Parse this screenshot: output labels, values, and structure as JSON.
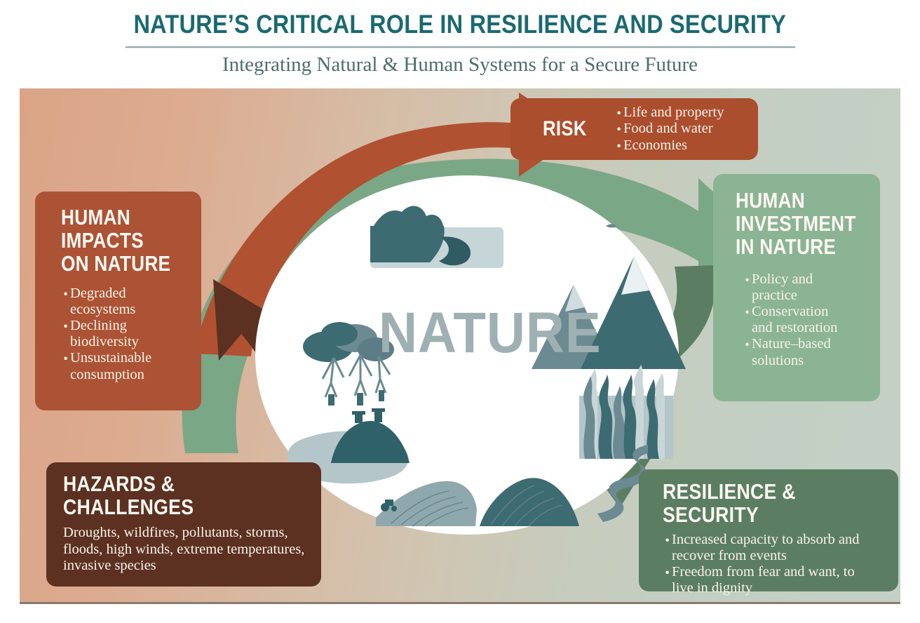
{
  "header": {
    "title": "NATURE’S CRITICAL ROLE IN RESILIENCE AND SECURITY",
    "subtitle": "Integrating Natural & Human Systems for a Secure Future"
  },
  "center": {
    "label": "NATURE",
    "illustrations": [
      "forest-river-icon",
      "mangrove-trees-icon",
      "mountains-icon",
      "coastal-hill-houses-icon",
      "marsh-grass-water-icon",
      "farmland-tractor-icon",
      "hill-icon",
      "winding-river-icon"
    ]
  },
  "boxes": {
    "risk": {
      "title": "RISK",
      "bullets": [
        "Life and property",
        "Food and water",
        "Economies"
      ],
      "color": "#ab4e2e"
    },
    "human_impacts": {
      "title": "HUMAN\nIMPACTS\nON NATURE",
      "bullets": [
        "Degraded\necosystems",
        "Declining\nbiodiversity",
        "Unsustainable\nconsumption"
      ],
      "color": "#ab5334"
    },
    "human_investment": {
      "title": "HUMAN\nINVESTMENT\nIN NATURE",
      "bullets": [
        "Policy and\npractice",
        "Conservation\nand restoration",
        "Nature–based\nsolutions"
      ],
      "color": "#8bb494"
    },
    "hazards": {
      "title": "HAZARDS & CHALLENGES",
      "body": "Droughts, wildfires, pollutants, storms, floods, high winds, extreme temperatures, invasive species",
      "color": "#5c3121"
    },
    "resilience": {
      "title": "RESILIENCE & SECURITY",
      "bullets": [
        "Increased capacity to absorb and\nrecover from events",
        "Freedom from fear and want, to\nlive in dignity"
      ],
      "color": "#5b7e62"
    }
  },
  "arrows": {
    "impacts_to_risk": {
      "name": "rust-arrow-impacts-to-risk",
      "color": "#b05232"
    },
    "hazards_to_impacts": {
      "name": "dark-brown-arrow-hazards-to-impacts",
      "color": "#5c3121"
    },
    "risk_to_investment": {
      "name": "light-green-arrow-to-investment",
      "color": "#7aa886"
    },
    "investment_to_resilience": {
      "name": "dark-green-arrow-to-resilience",
      "color": "#5b7e62"
    }
  },
  "palette": {
    "title_teal": "#1a6a70",
    "subtitle_teal": "#4d6c6b",
    "nature_grey": "#9fb0b2",
    "bg_left": "#dba486",
    "bg_right": "#c4d0c6",
    "illus_dark": "#3d6b72",
    "illus_mid": "#6b8a92",
    "illus_light": "#bccdd2"
  }
}
